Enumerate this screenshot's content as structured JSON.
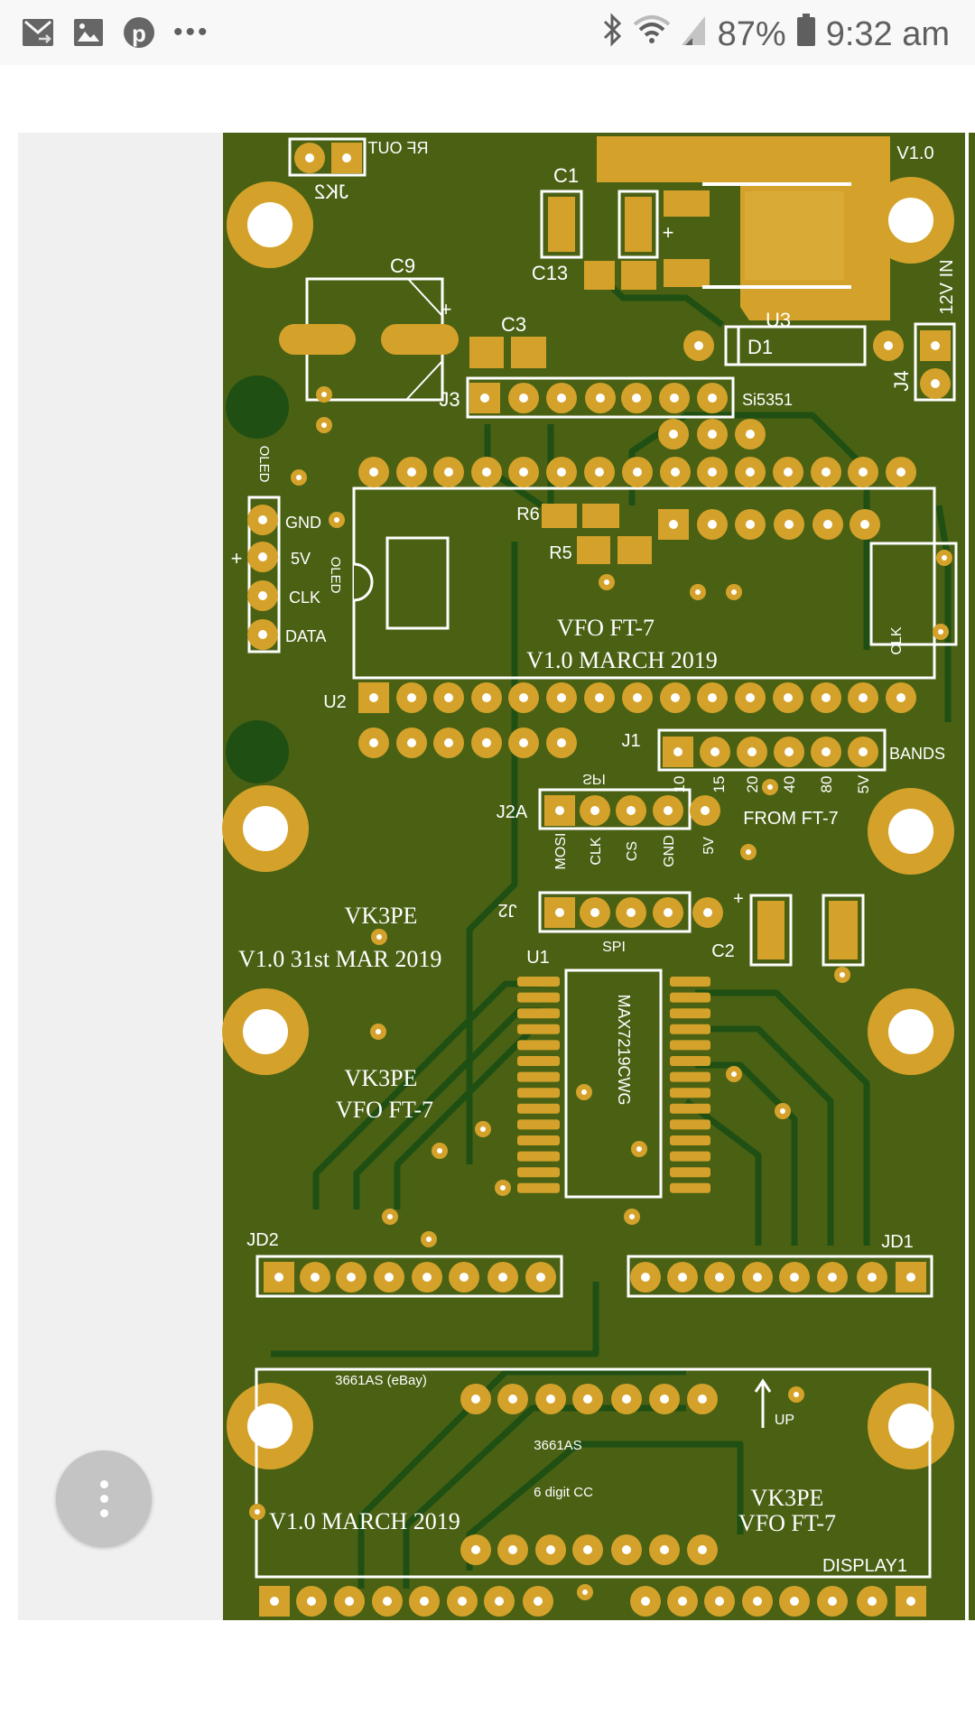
{
  "status_bar": {
    "icons_left": [
      "mail-forward-icon",
      "image-icon",
      "pinterest-icon",
      "more-dots-icon"
    ],
    "more": "•••",
    "icons_right": [
      "bluetooth-icon",
      "wifi-icon",
      "signal-icon",
      "battery-icon"
    ],
    "battery": "87%",
    "time": "9:32 am"
  },
  "pcb": {
    "colors": {
      "board": "#4a6114",
      "copper": "#d4a22a",
      "trace": "#1f4f13",
      "silk": "#ffffff"
    },
    "labels": {
      "jk2": "JK2",
      "rf_out": "RF OUT",
      "v10_top": "V1.0",
      "c1": "C1",
      "c13": "C13",
      "c9": "C9",
      "c3": "C3",
      "plus1": "+",
      "plus2": "+",
      "plus3": "+",
      "plus4": "+",
      "u3": "U3",
      "d1": "D1",
      "j4": "J4",
      "v12_in": "12V IN",
      "j3": "J3",
      "si5351": "Si5351",
      "oled1": "OLED",
      "oled2": "OLED",
      "gnd": "GND",
      "v5": "5V",
      "clk": "CLK",
      "data": "DATA",
      "r6": "R6",
      "r5": "R5",
      "vfo_title": "VFO FT-7",
      "vfo_date": "V1.0 MARCH 2019",
      "clk2": "CLK",
      "u2": "U2",
      "j1": "J1",
      "bands": "BANDS",
      "b10": "10",
      "b15": "15",
      "b20": "20",
      "b40": "40",
      "b80": "80",
      "b5v": "5V",
      "from_ft7": "FROM FT-7",
      "j2a": "J2A",
      "spi_top": "SPI",
      "mosi": "MOSI",
      "clk3": "CLK",
      "cs": "CS",
      "gnd2": "GND",
      "v5b": "5V",
      "j2": "J2",
      "spi": "SPI",
      "c2": "C2",
      "vk3pe1": "VK3PE",
      "date2": "V1.0 31st  MAR 2019",
      "u1": "U1",
      "max": "MAX7219CWG",
      "vk3pe2": "VK3PE",
      "vfo2": "VFO FT-7",
      "jd2": "JD2",
      "jd1": "JD1",
      "ebay": "3661AS (eBay)",
      "part": "3661AS",
      "digit": "6 digit CC",
      "up": "UP",
      "date3": "V1.0 MARCH 2019",
      "vk3pe3": "VK3PE",
      "vfo3": "VFO FT-7",
      "display1": "DISPLAY1"
    }
  }
}
